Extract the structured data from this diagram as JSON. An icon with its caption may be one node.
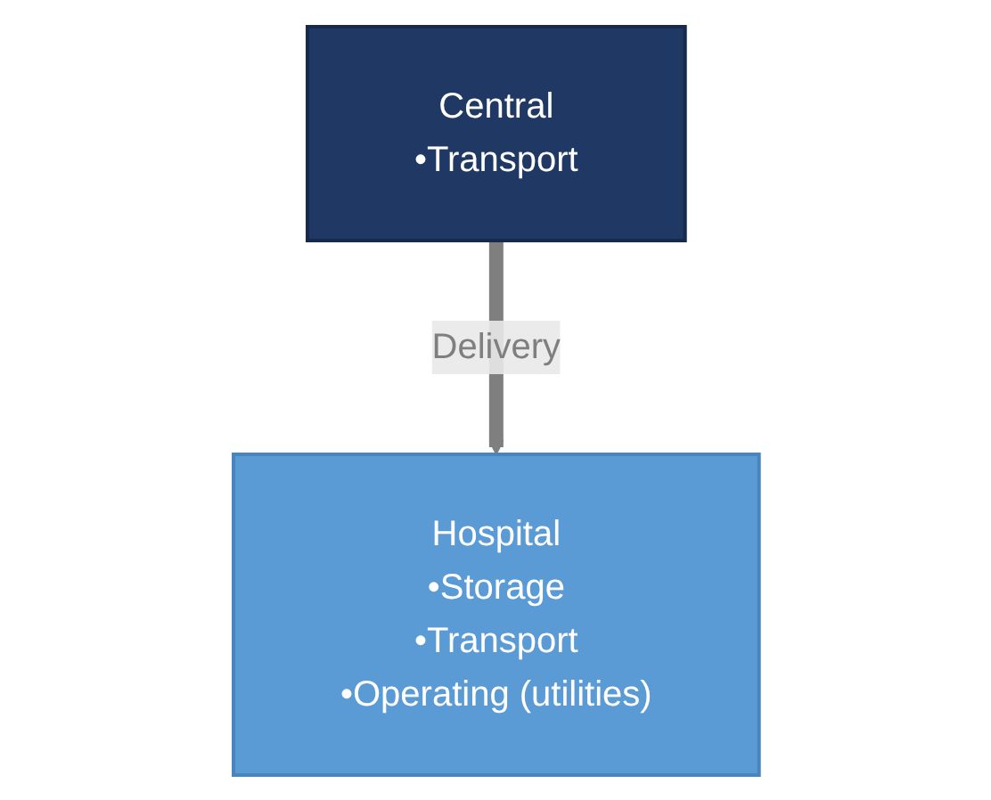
{
  "diagram": {
    "nodes": [
      {
        "text": [
          "Central",
          "•Transport"
        ]
      },
      {
        "text": [
          "Hospital",
          "•Storage",
          "•Transport",
          "•Operating (utilities)"
        ]
      }
    ],
    "edges": [
      {
        "from": 0,
        "to": 1,
        "arrow": "to",
        "label": "Delivery"
      }
    ]
  }
}
